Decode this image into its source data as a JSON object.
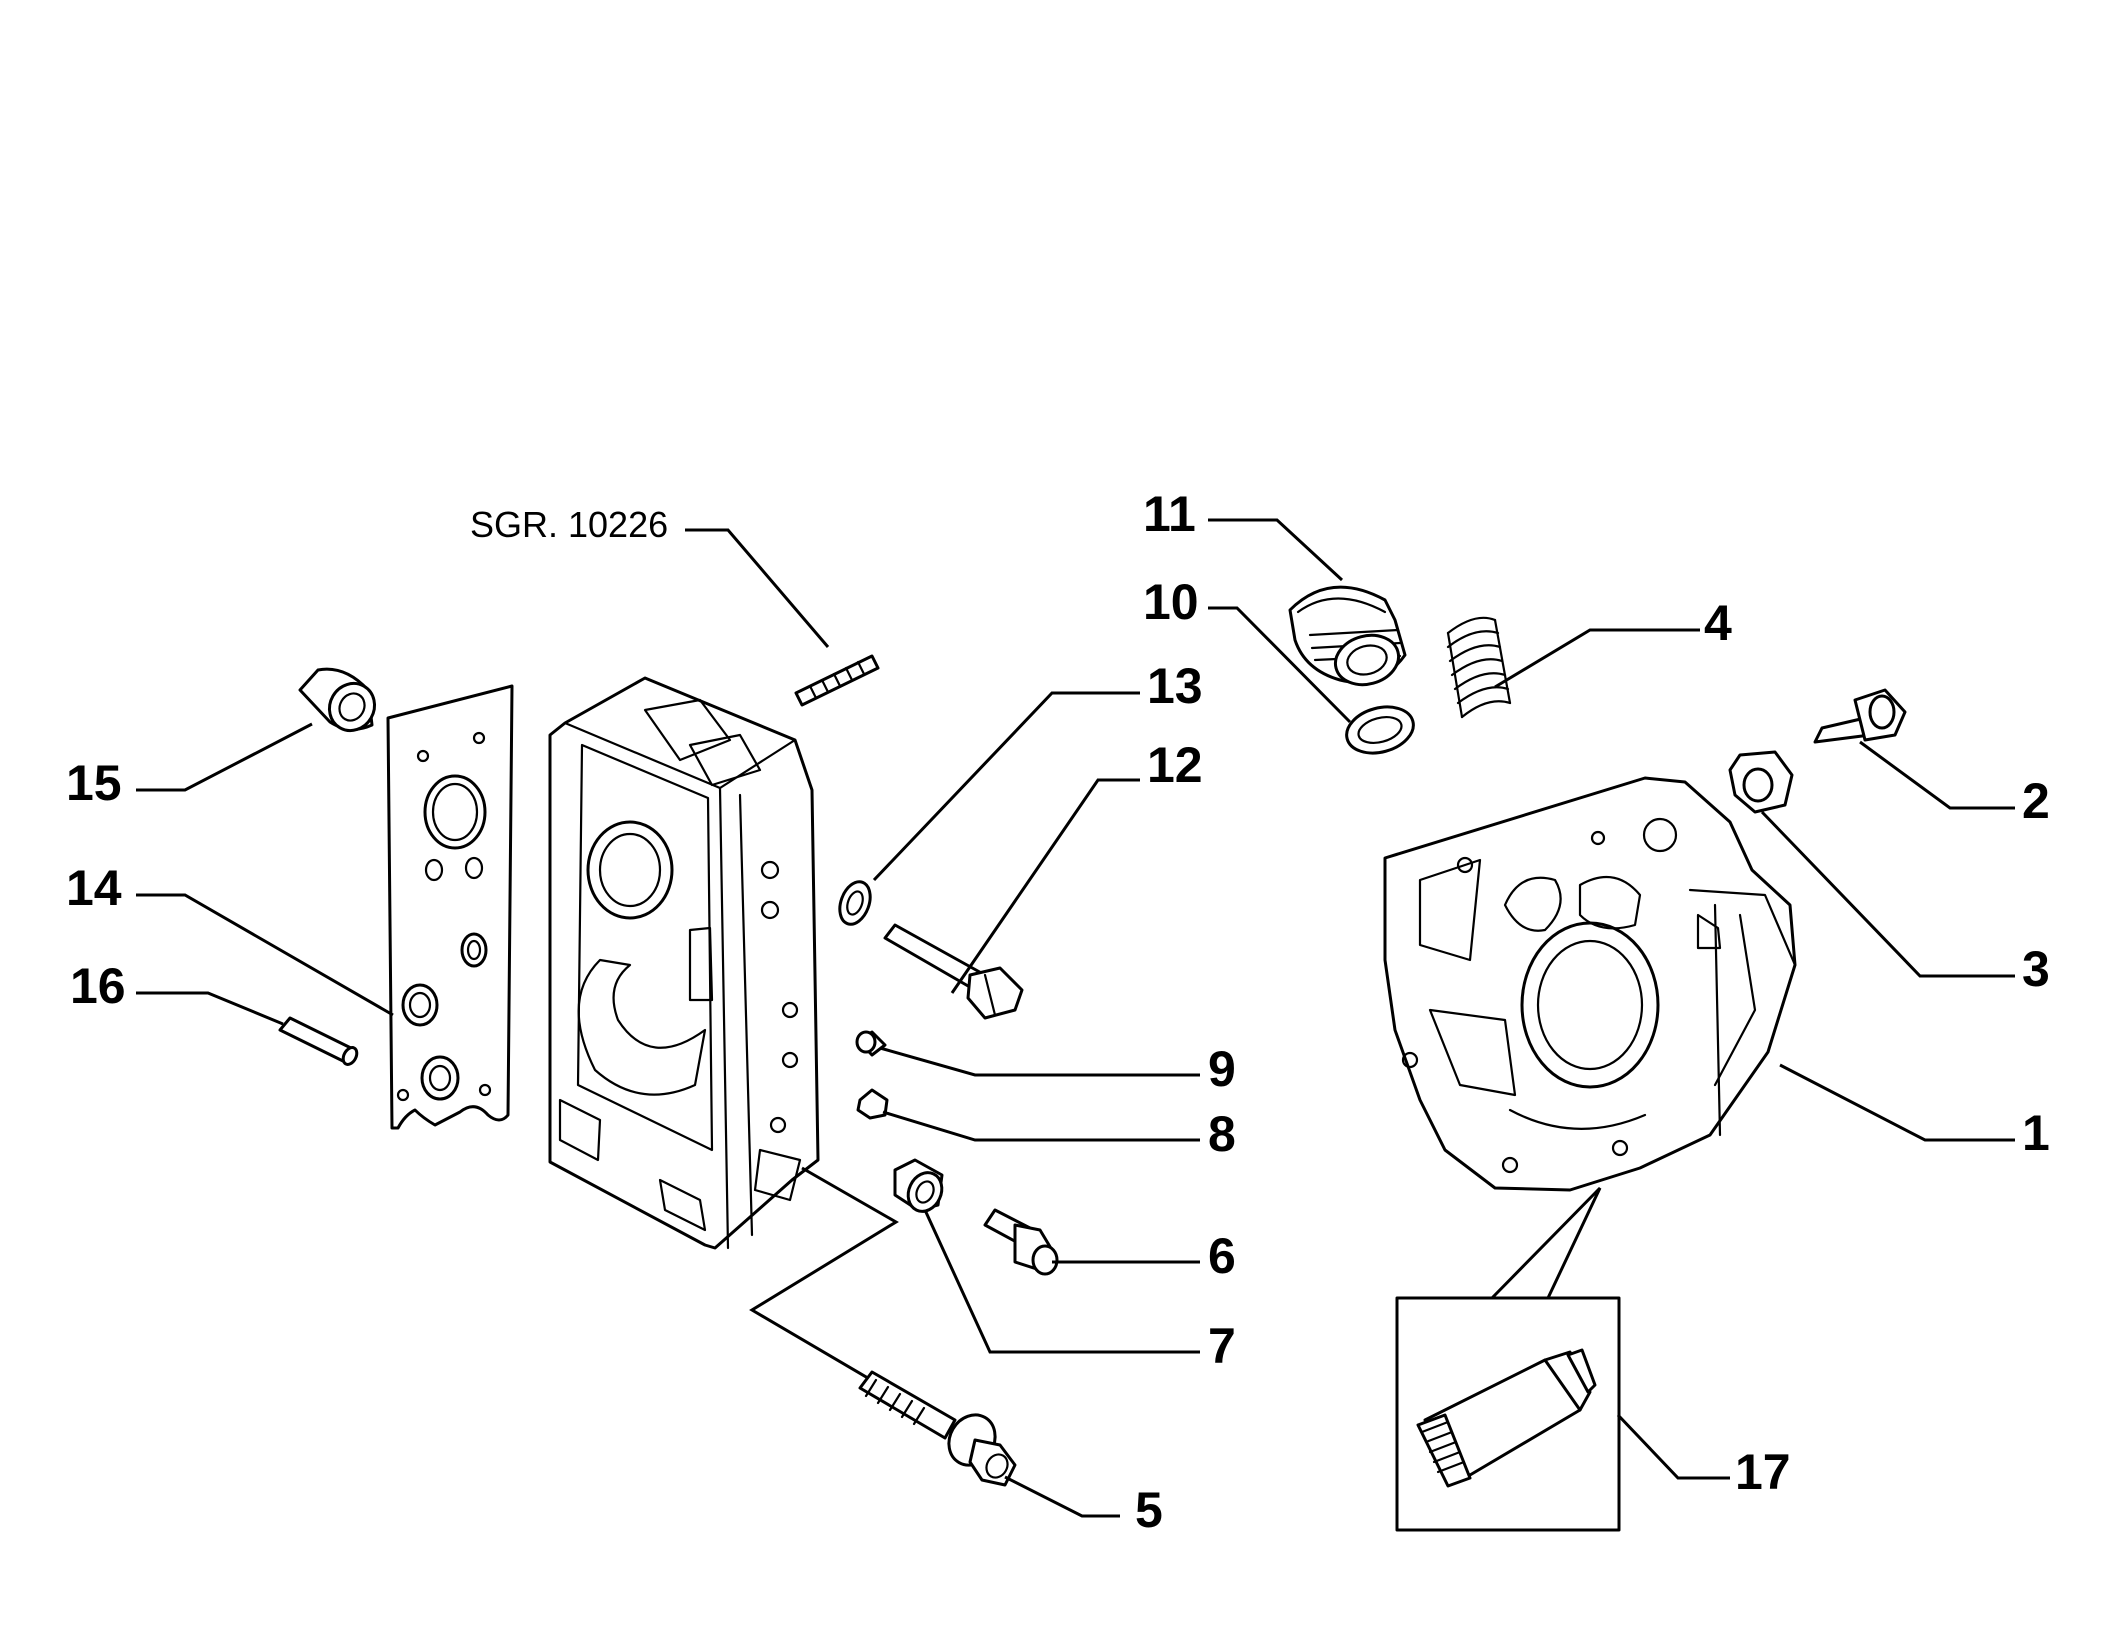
{
  "reference_label": "SGR. 10226",
  "callouts": {
    "c1": "1",
    "c2": "2",
    "c3": "3",
    "c4": "4",
    "c5": "5",
    "c6": "6",
    "c7": "7",
    "c8": "8",
    "c9": "9",
    "c10": "10",
    "c11": "11",
    "c12": "12",
    "c13": "13",
    "c14": "14",
    "c15": "15",
    "c16": "16",
    "c17": "17"
  },
  "colors": {
    "line": "#000000",
    "background": "#ffffff"
  }
}
